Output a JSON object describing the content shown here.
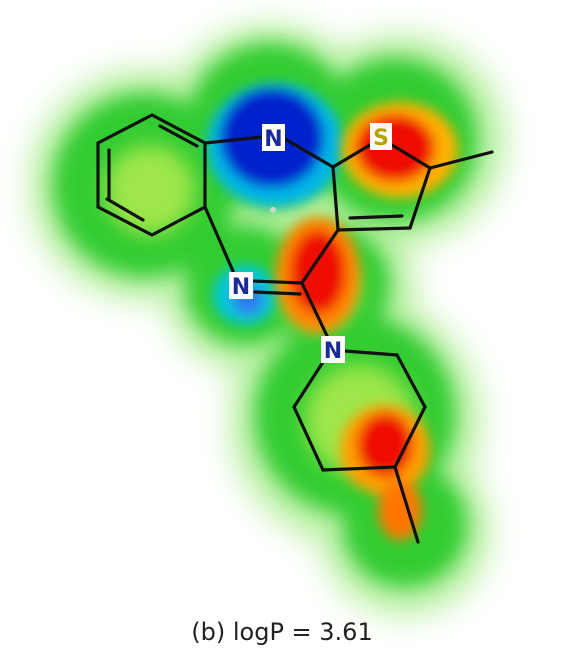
{
  "caption": "(b) logP = 3.61",
  "atoms": {
    "n1": "N",
    "s1": "S",
    "n2": "N",
    "n3": "N"
  },
  "colors": {
    "background": "#ffffff",
    "surface_green": "#33cc33",
    "surface_red": "#ee1100",
    "surface_blue": "#0022cc",
    "surface_cyan": "#00c8d8",
    "bond": "#111111",
    "label_n": "#1a2a9a",
    "label_s": "#b8a000"
  }
}
